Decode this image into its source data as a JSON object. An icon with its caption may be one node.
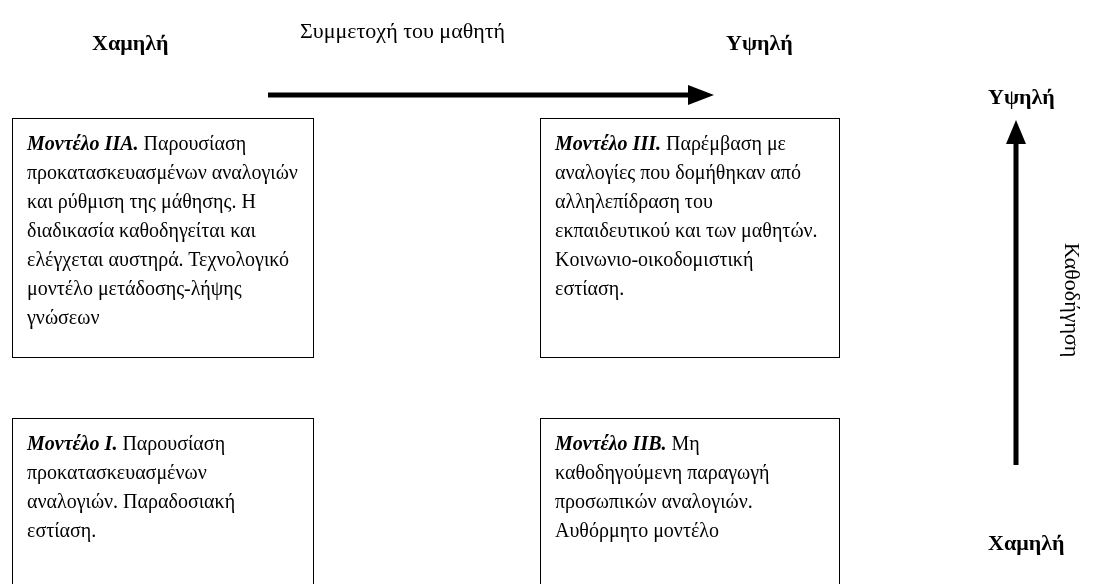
{
  "diagram": {
    "nodes": [
      {
        "text": [
          "**Μοντέλο ΙΙΑ.** Παρουσίαση προκατασκευασμένων αναλογιών και ρύθμιση της μάθησης. Η διαδικασία καθοδηγείται και ελέγχεται αυστηρά. Τεχνολογικό μοντέλο μετάδοσης-λήψης γνώσεων"
        ]
      },
      {
        "text": [
          "**Μοντέλο ΙΙΙ.** Παρέμβαση με αναλογίες που δομήθηκαν από αλληλεπίδραση του εκπαιδευτικού και των μαθητών. Κοινωνιο-οικοδομιστική εστίαση."
        ]
      },
      {
        "text": [
          "**Μοντέλο Ι.** Παρουσίαση προκατασκευασμένων αναλογιών. Παραδοσιακή εστίαση."
        ]
      },
      {
        "text": [
          "**Μοντέλο ΙΙΒ.** Μη καθοδηγούμενη παραγωγή προσωπικών αναλογιών. Αυθόρμητο μοντέλο"
        ]
      }
    ],
    "edges": [],
    "labels": [
      "Χαμηλή",
      "Συμμετοχή του μαθητή",
      "Υψηλή",
      "Υψηλή",
      "Καθοδήγηση",
      "Χαμηλή"
    ]
  }
}
